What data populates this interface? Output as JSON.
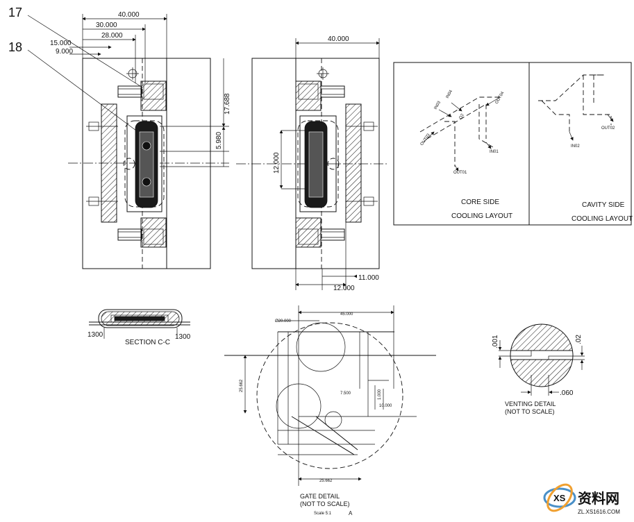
{
  "dims_left": {
    "d1": "40.000",
    "d2": "30.000",
    "d3": "28.000",
    "d4": "15.000",
    "d5": "9.000",
    "d6": "17.688",
    "d7": "5.980"
  },
  "dims_right": {
    "d1": "40.000",
    "d2": "12.000",
    "d3": "11.000",
    "d4": "12.000"
  },
  "callouts": {
    "c17": "17",
    "c18": "18"
  },
  "cooling": {
    "core_title_1": "CORE SIDE",
    "core_title_2": "COOLING LAYOUT",
    "cavity_title_1": "CAVITY SIDE",
    "cavity_title_2": "COOLING LAYOUT",
    "core_labels": [
      "OUT03",
      "IN03",
      "IN04",
      "OUT04",
      "IN01",
      "OUT01",
      "O2"
    ],
    "cavity_labels": [
      "OUT02",
      "IN02"
    ]
  },
  "section": {
    "title": "SECTION C-C",
    "dim_left": "1300",
    "dim_right": "1300"
  },
  "gate": {
    "d_top": "45.000",
    "d_dia": "Ø20.000",
    "d_left": "25.662",
    "d_mid": "7.500",
    "d_small": "1.000",
    "d_small2": "10.000",
    "d_bottom": "25.662",
    "title_1": "GATE DETAIL",
    "title_2": "(NOT TO SCALE)",
    "scale": "Scale 5:1",
    "letter": "A"
  },
  "venting": {
    "d_left": ".001",
    "d_right": ".02",
    "d_bottom": ".060",
    "title_1": "VENTING DETAIL",
    "title_2": "(NOT TO SCALE)"
  },
  "watermark": {
    "brand": "资料网",
    "url": "ZL.XS1616.COM"
  }
}
